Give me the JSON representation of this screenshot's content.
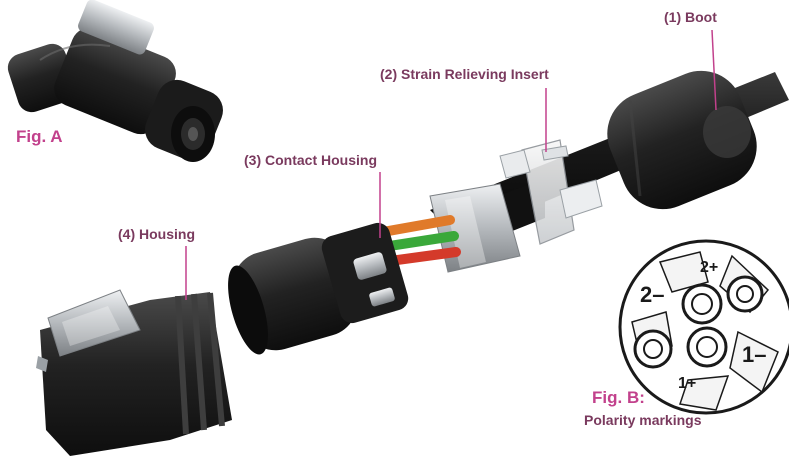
{
  "labels": {
    "boot": "(1) Boot",
    "strain_insert": "(2) Strain Relieving Insert",
    "contact_housing": "(3) Contact Housing",
    "housing": "(4) Housing",
    "fig_a": "Fig. A",
    "fig_b": "Fig. B:",
    "fig_b_caption": "Polarity markings"
  },
  "polarity": {
    "two_minus": "2–",
    "two_plus": "2+",
    "one_minus": "1–",
    "one_plus": "1+"
  },
  "colors": {
    "label_text": "#7a3a5e",
    "figure_label": "#c2418c",
    "leader_line": "#c2418c",
    "plastic": "#1e1e1e",
    "metal": "#b8bcc0",
    "wire_orange": "#e07a2a",
    "wire_green": "#3aa83a",
    "wire_red": "#d43a2a"
  }
}
